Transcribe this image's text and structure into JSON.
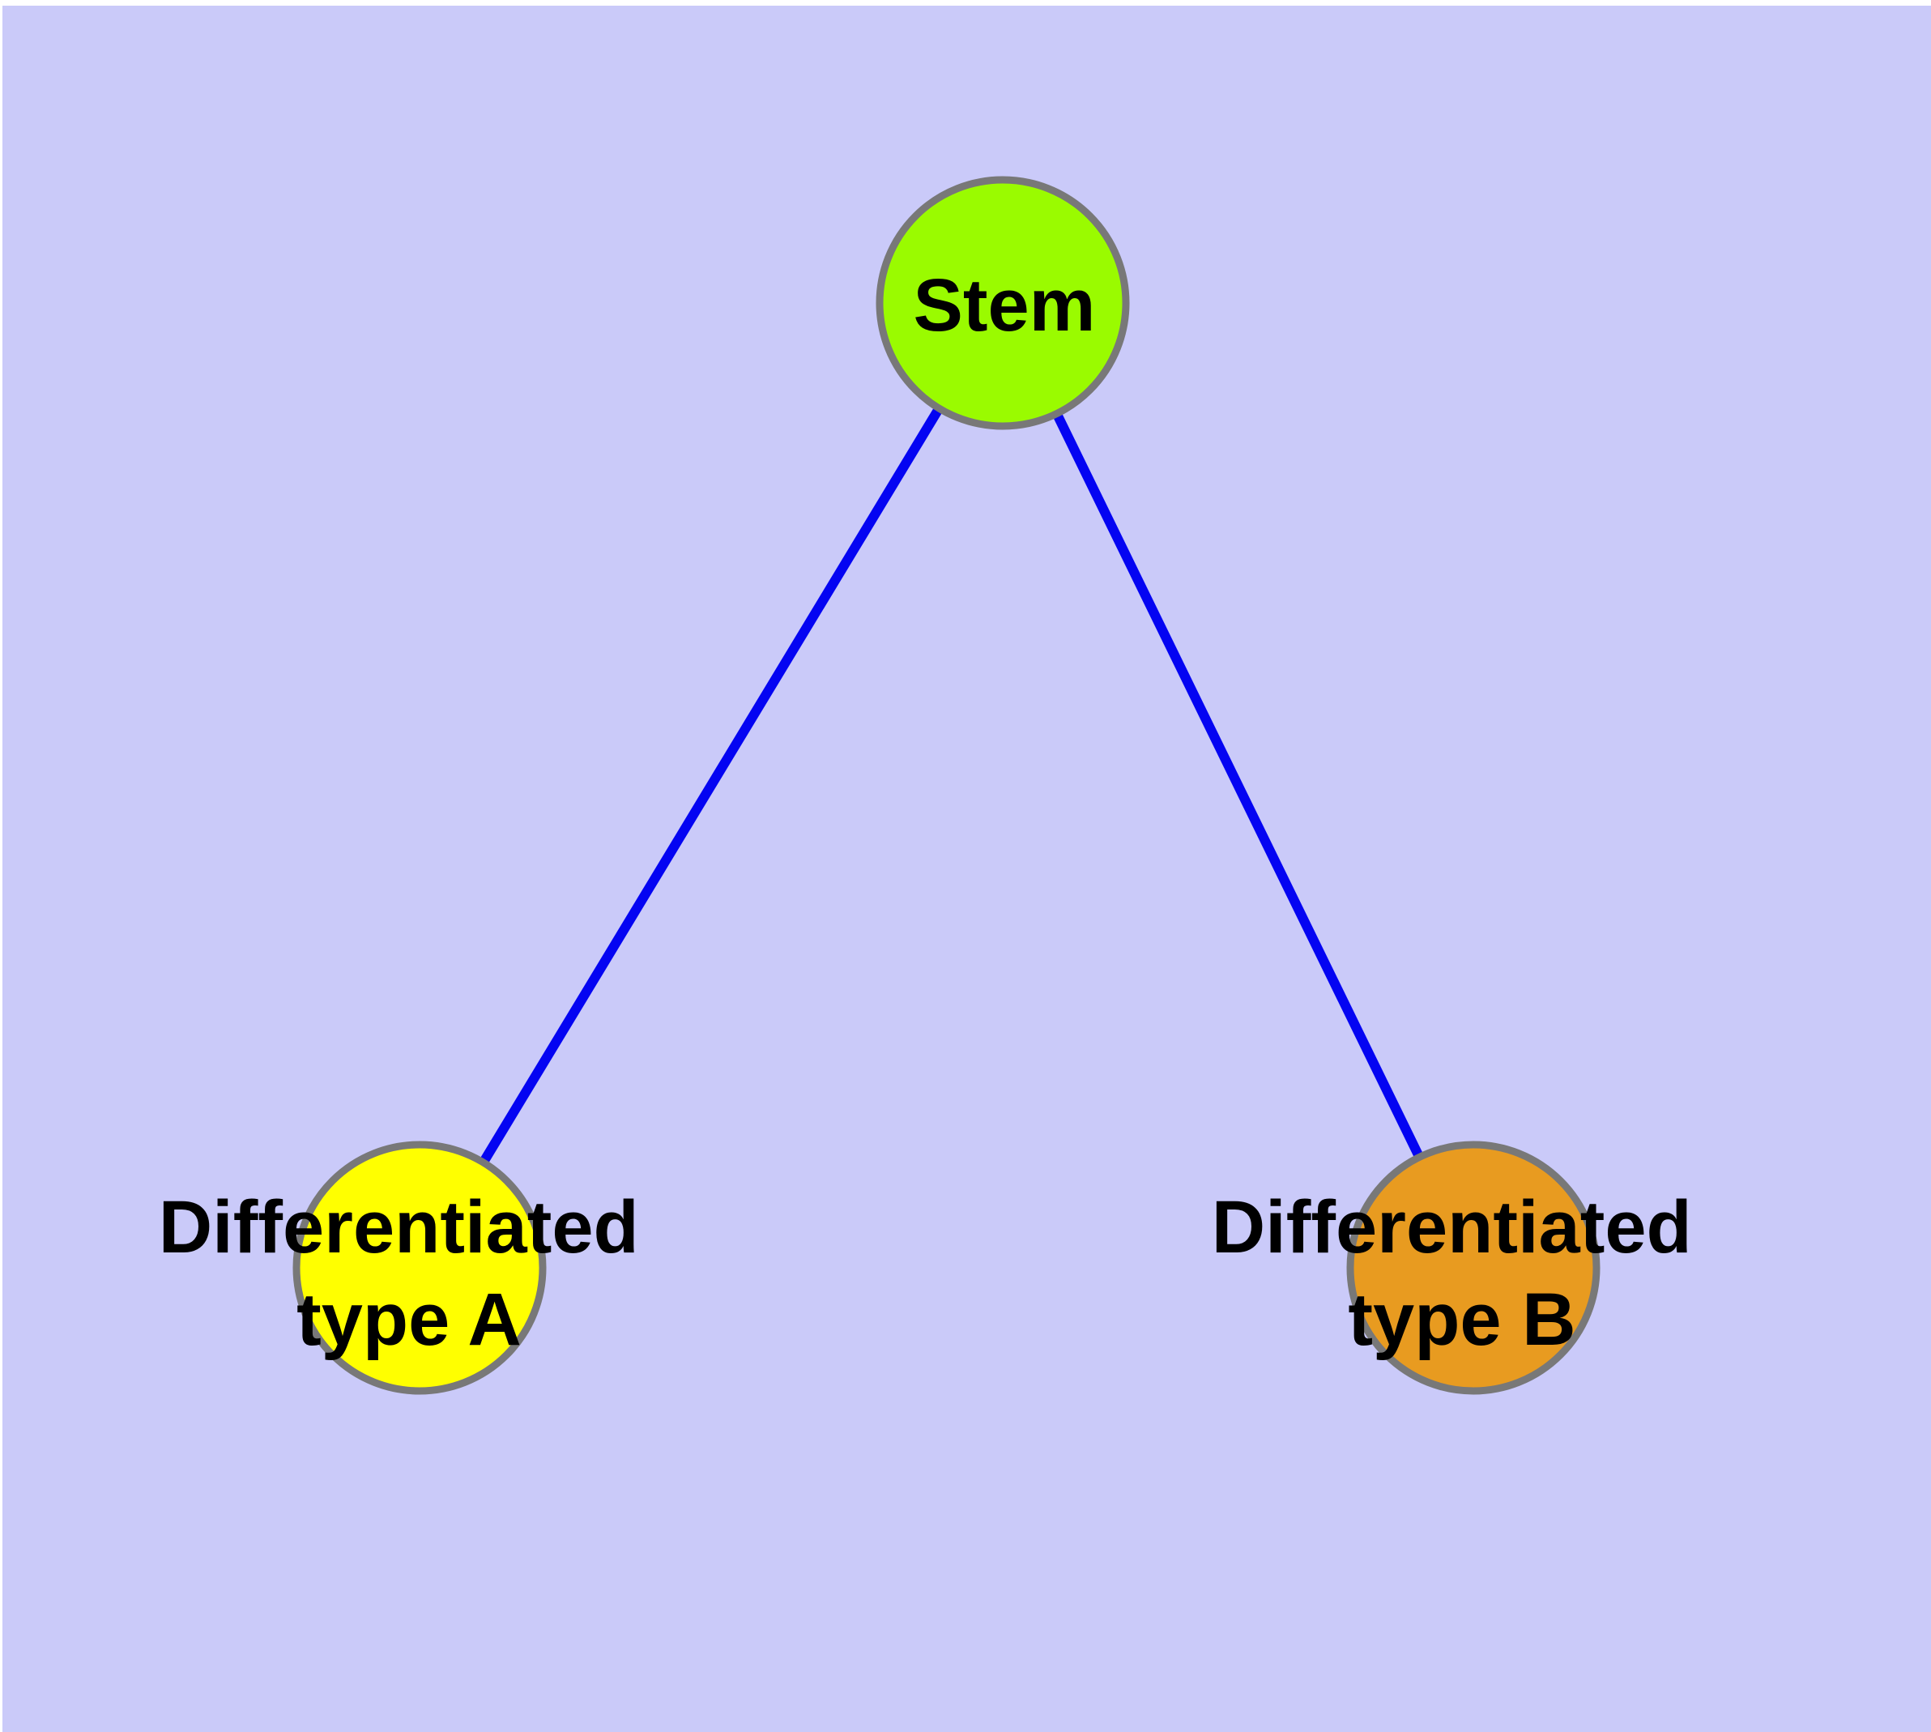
{
  "canvas": {
    "page_color": "#ffffff",
    "background_color": "#cacaf9"
  },
  "graph": {
    "edge_color": "#0404f2",
    "node_border_color": "#787878",
    "label_color": "#000000",
    "nodes": [
      {
        "id": "stem",
        "label": "Stem",
        "fill": "#9afb00"
      },
      {
        "id": "differentiated-type-a",
        "label_line1": "Differentiated",
        "label_line2": "type A",
        "fill": "#ffff00"
      },
      {
        "id": "differentiated-type-b",
        "label_line1": "Differentiated",
        "label_line2": "type B",
        "fill": "#e89b20"
      }
    ],
    "edges": [
      {
        "from": "Stem",
        "to": "Differentiated type A"
      },
      {
        "from": "Stem",
        "to": "Differentiated type B"
      }
    ]
  }
}
